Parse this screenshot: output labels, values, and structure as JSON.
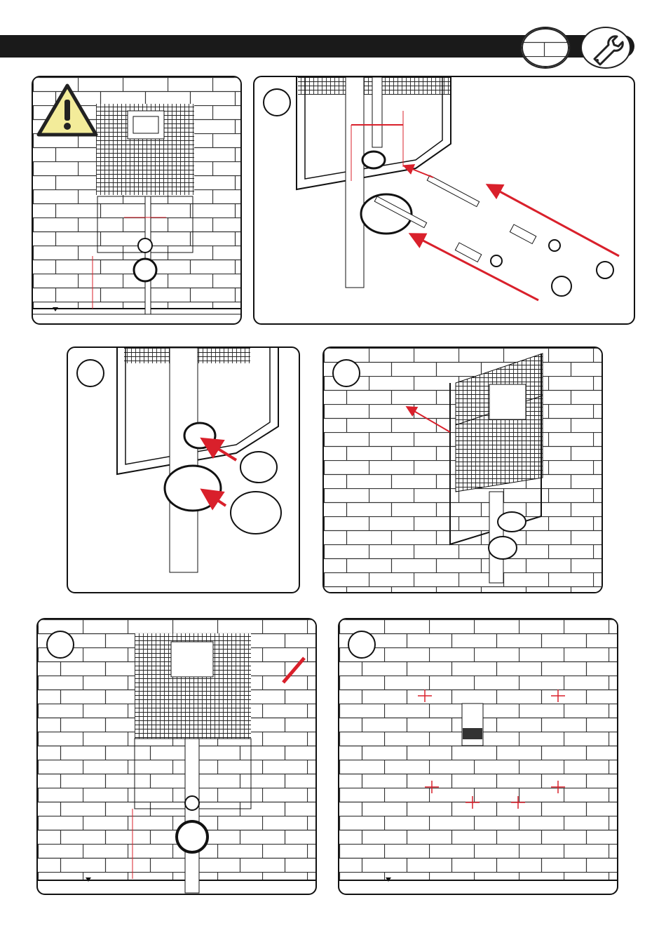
{
  "header": {
    "icons": [
      "brick-wall-icon",
      "wrench-icon"
    ]
  },
  "colors": {
    "accent": "#d9202b",
    "warning": "#f3ec9a",
    "line": "#111111",
    "brick": "#333333"
  },
  "panels": [
    {
      "id": "warning-panel",
      "icon": "warning-icon"
    },
    {
      "id": "step-connect-rods",
      "step": ""
    },
    {
      "id": "step-connect-pipes",
      "step": ""
    },
    {
      "id": "step-mount-wall",
      "step": ""
    },
    {
      "id": "step-mark-holes",
      "step": ""
    },
    {
      "id": "step-drill-holes",
      "step": ""
    }
  ]
}
